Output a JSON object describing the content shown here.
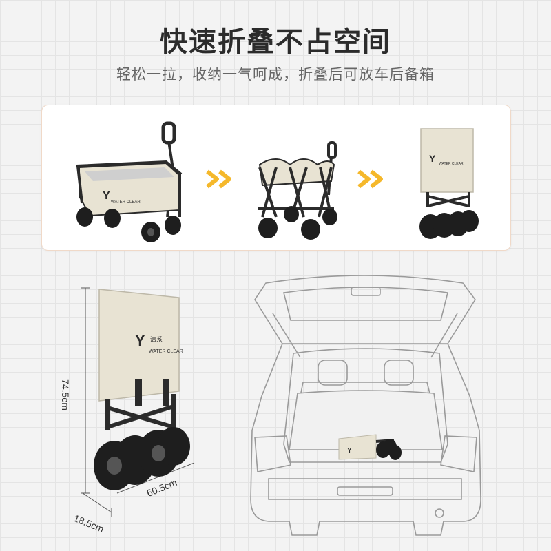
{
  "header": {
    "title": "快速折叠不占空间",
    "subtitle": "轻松一拉，收纳一气呵成，折叠后可放车后备箱"
  },
  "brand": {
    "logo_mark": "Y",
    "cn_name": "清系",
    "en_name": "WATER CLEAR"
  },
  "stages": [
    "unfolded-wagon",
    "half-folded-wagon",
    "folded-wagon"
  ],
  "dimensions": {
    "height": "74.5cm",
    "length": "60.5cm",
    "depth": "18.5cm"
  },
  "colors": {
    "fabric": "#e8e3d3",
    "frame": "#2b2b2b",
    "arrow": "#f5b82b",
    "panel_border": "#f0d9c8"
  }
}
